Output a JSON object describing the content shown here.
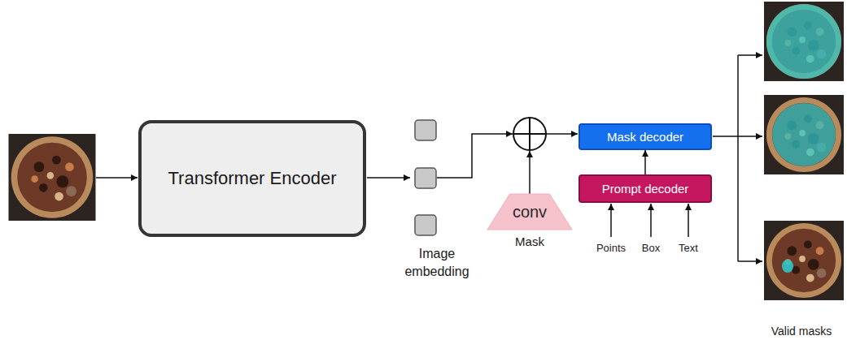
{
  "diagram": {
    "nodes": [
      {
        "text": [
          "Transformer Encoder"
        ]
      },
      {
        "text": [
          "conv",
          "Mask"
        ]
      },
      {
        "text": [
          "Mask decoder"
        ]
      },
      {
        "text": [
          "Prompt decoder"
        ]
      }
    ],
    "edges": [
      {
        "from": 3,
        "to": 2,
        "arrow": "to"
      }
    ],
    "labels": [
      "Image embedding",
      "Points",
      "Box",
      "Text",
      "Valid masks"
    ]
  }
}
